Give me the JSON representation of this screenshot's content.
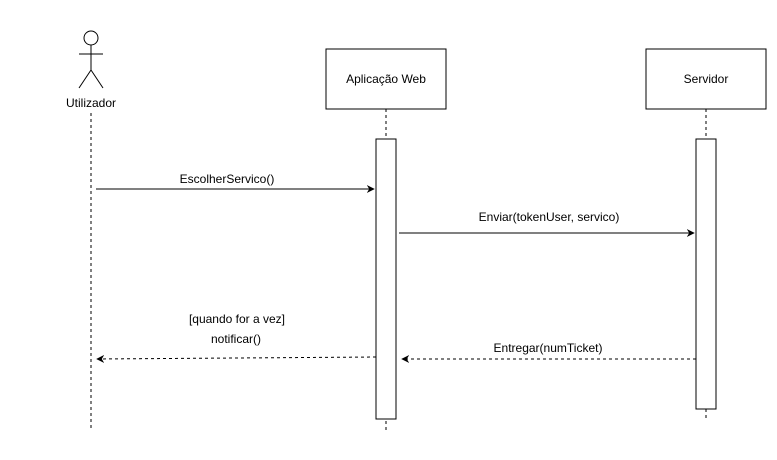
{
  "participants": {
    "actor": {
      "label": "Utilizador"
    },
    "web_app": {
      "label": "Aplicação Web"
    },
    "server": {
      "label": "Servidor"
    }
  },
  "messages": {
    "choose_service": {
      "label": "EscolherServico()"
    },
    "send": {
      "label": "Enviar(tokenUser, servico)"
    },
    "deliver": {
      "label": "Entregar(numTicket)"
    },
    "notify_guard": {
      "label": "[quando for a vez]"
    },
    "notify": {
      "label": "notificar()"
    }
  }
}
